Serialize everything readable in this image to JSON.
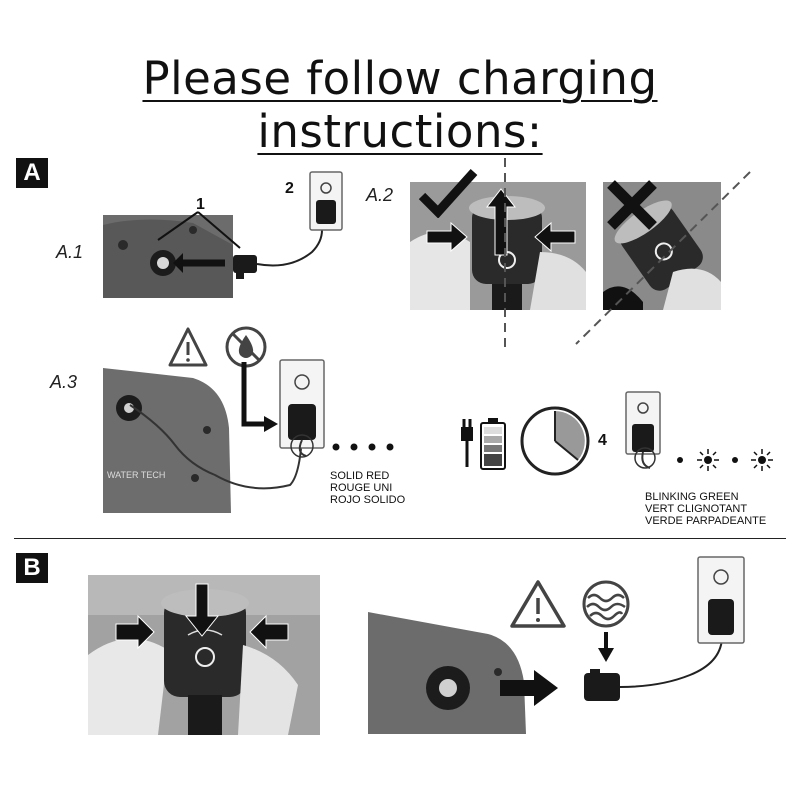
{
  "title": "Please follow charging instructions:",
  "sections": {
    "a": "A",
    "b": "B"
  },
  "steps": {
    "a1": "A.1",
    "a2": "A.2",
    "a3": "A.3"
  },
  "callouts": {
    "one": "1",
    "two": "2",
    "four": "4"
  },
  "status": {
    "solid": [
      "SOLID RED",
      "ROUGE UNI",
      "ROJO SOLIDO"
    ],
    "blinking": [
      "BLINKING GREEN",
      "VERT CLIGNOTANT",
      "VERDE PARPADEANTE"
    ]
  },
  "brand": "WATER TECH",
  "icons": [
    "warning-icon",
    "no-water-icon",
    "plug-icon",
    "battery-icon",
    "clock-icon",
    "submerge-water-icon",
    "checkmark-icon",
    "cross-icon",
    "blink-light-icon"
  ]
}
